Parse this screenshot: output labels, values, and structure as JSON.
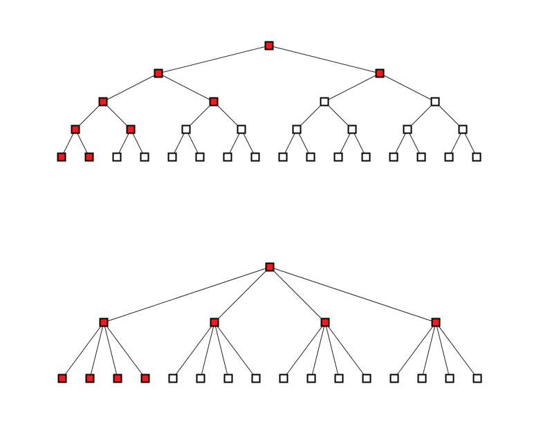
{
  "colors": {
    "highlight": "#ee1c1c",
    "plain": "#ffffff",
    "stroke": "#000000"
  },
  "trees": [
    {
      "name": "binary-tree",
      "branching": 2,
      "depth": 4,
      "highlighted_per_level": [
        1,
        2,
        2,
        2,
        2
      ]
    },
    {
      "name": "quaternary-tree",
      "branching": 4,
      "depth": 2,
      "highlighted_per_level": [
        1,
        4,
        4
      ]
    }
  ]
}
